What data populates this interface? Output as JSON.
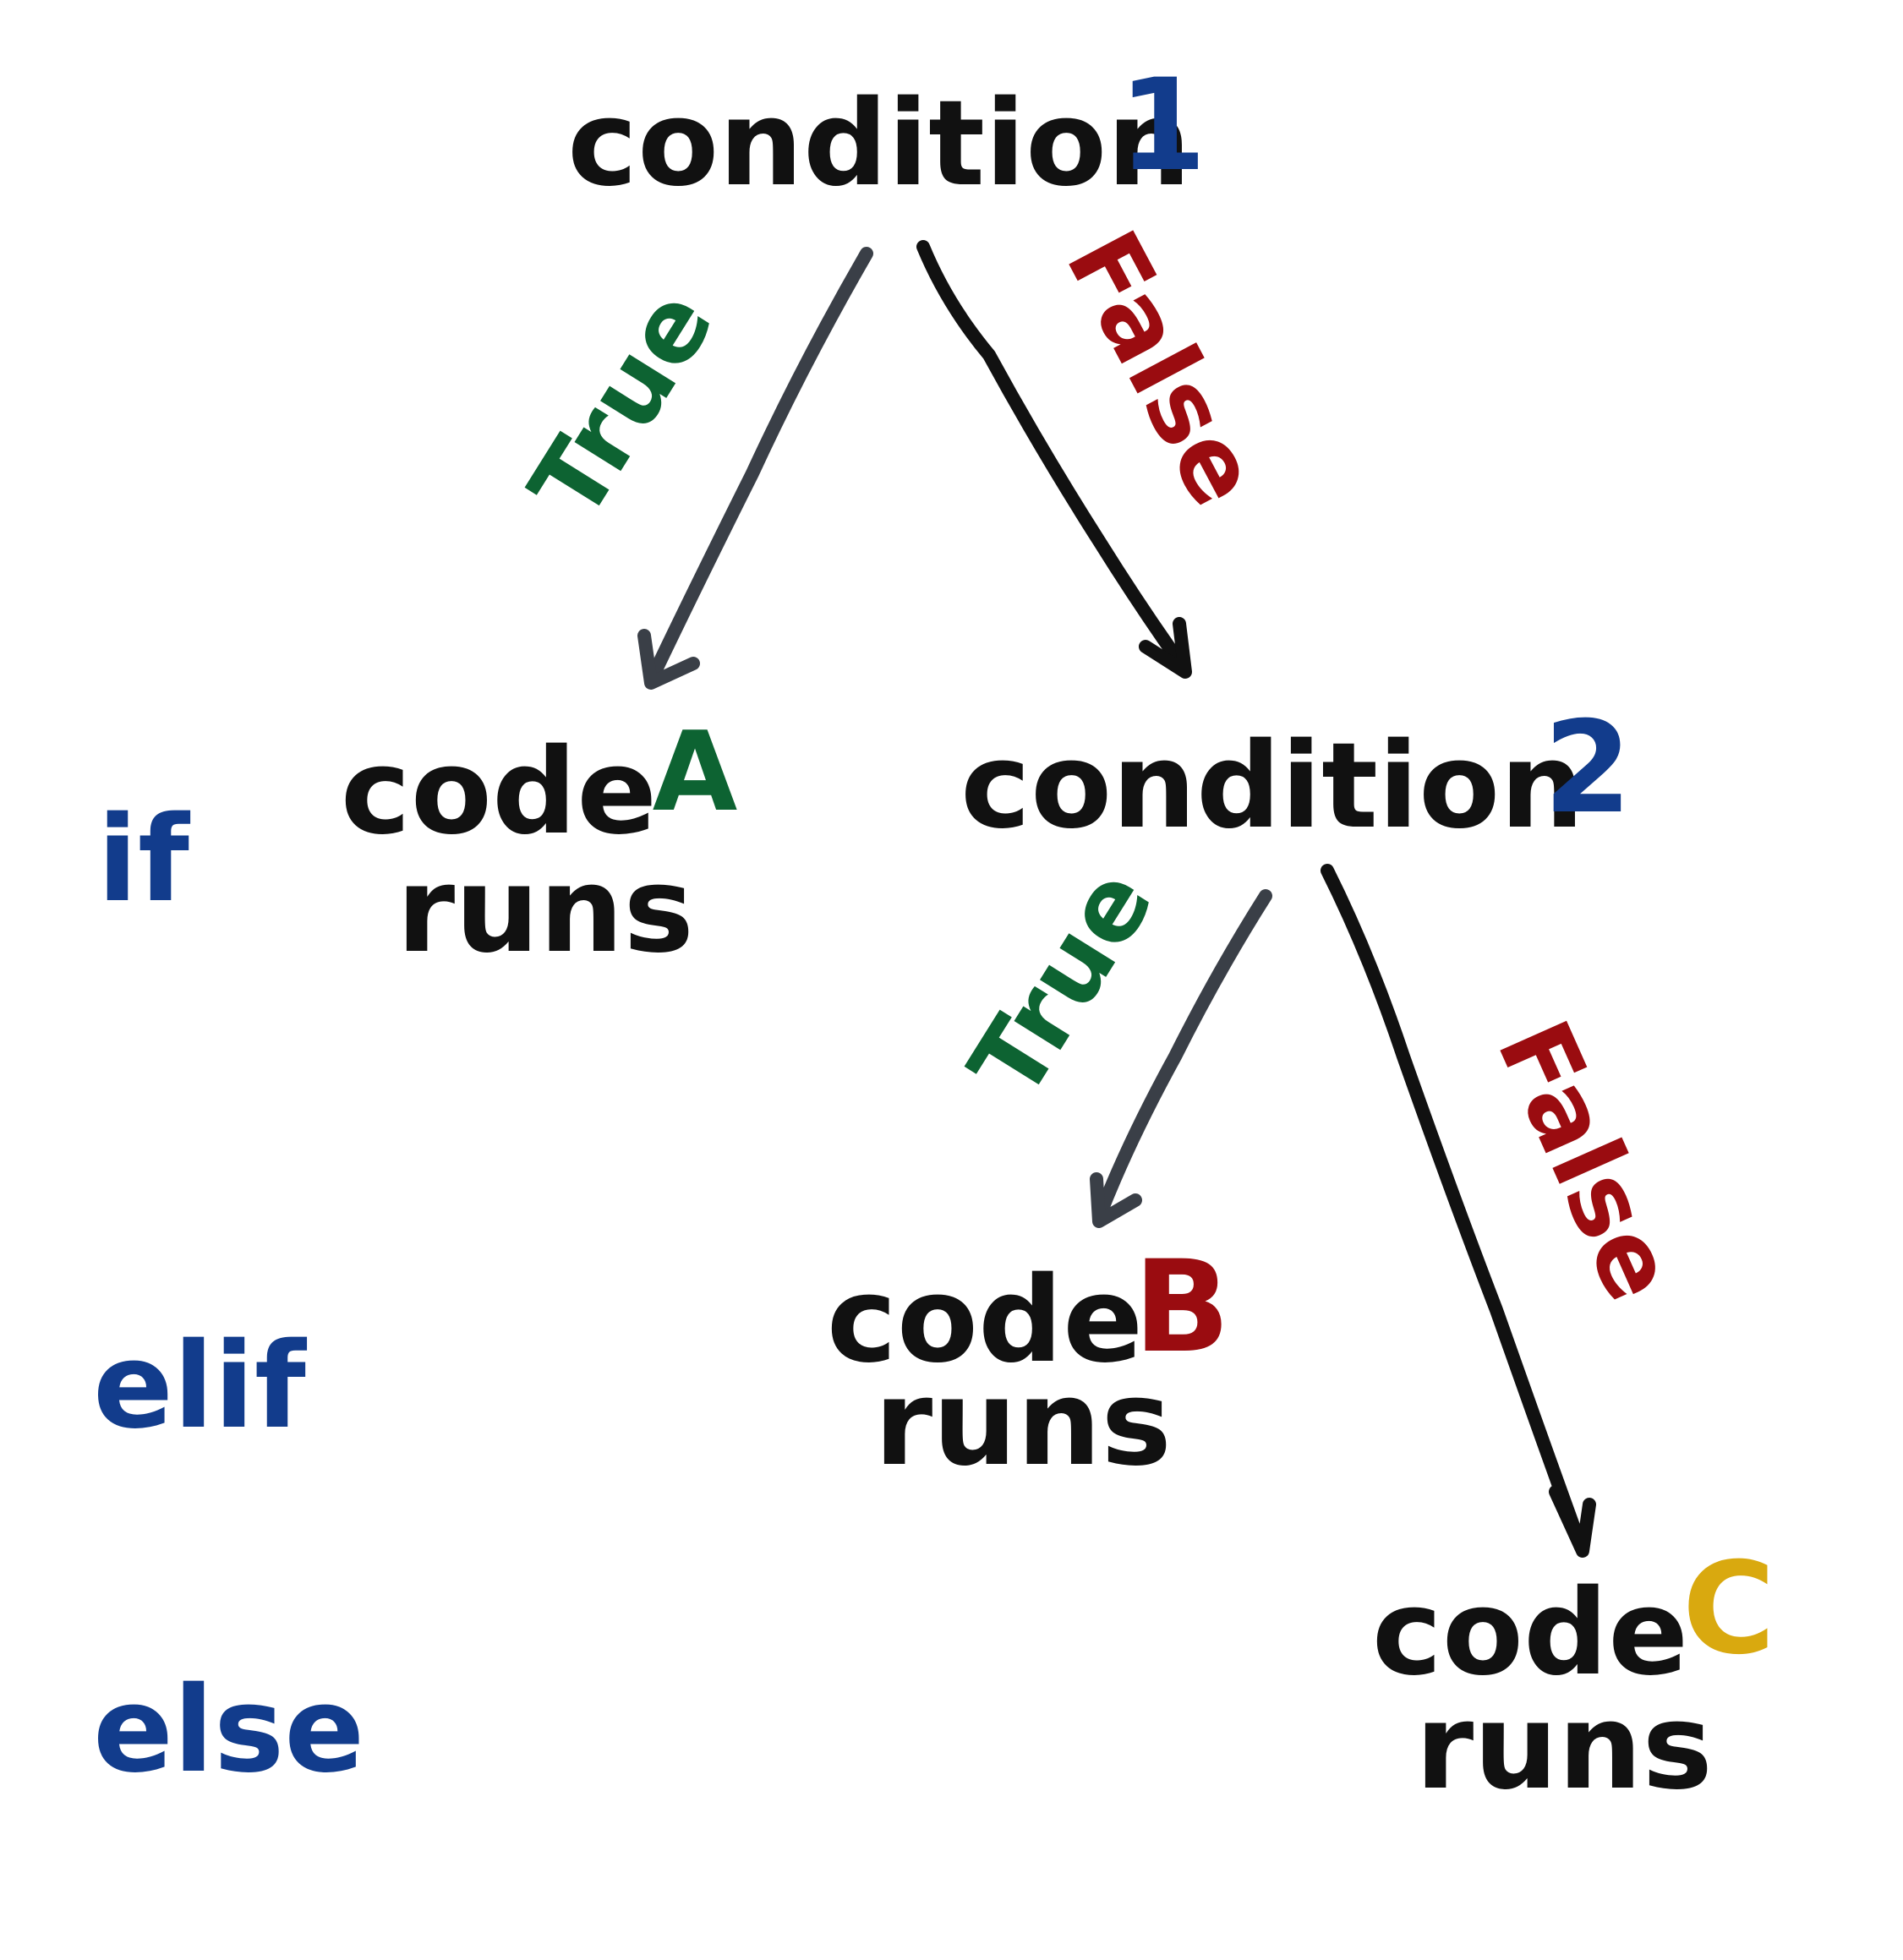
{
  "diagram": {
    "colors": {
      "ink": "#111111",
      "arrow_gray": "#3a3f47",
      "blue": "#123c8c",
      "green": "#0d6332",
      "red": "#9a0c10",
      "yellow": "#d9a90f"
    },
    "nodes": {
      "condition1": {
        "text": "condition",
        "number": "1"
      },
      "condition2": {
        "text": "condition",
        "number": "2"
      },
      "code_a": {
        "line1": "code",
        "letter": "A",
        "line2": "runs"
      },
      "code_b": {
        "line1": "code",
        "letter": "B",
        "line2": "runs"
      },
      "code_c": {
        "line1": "code",
        "letter": "C",
        "line2": "runs"
      }
    },
    "edges": {
      "c1_true": "True",
      "c1_false": "False",
      "c2_true": "True",
      "c2_false": "False"
    },
    "keywords": {
      "if": "if",
      "elif": "elif",
      "else": "else"
    }
  }
}
